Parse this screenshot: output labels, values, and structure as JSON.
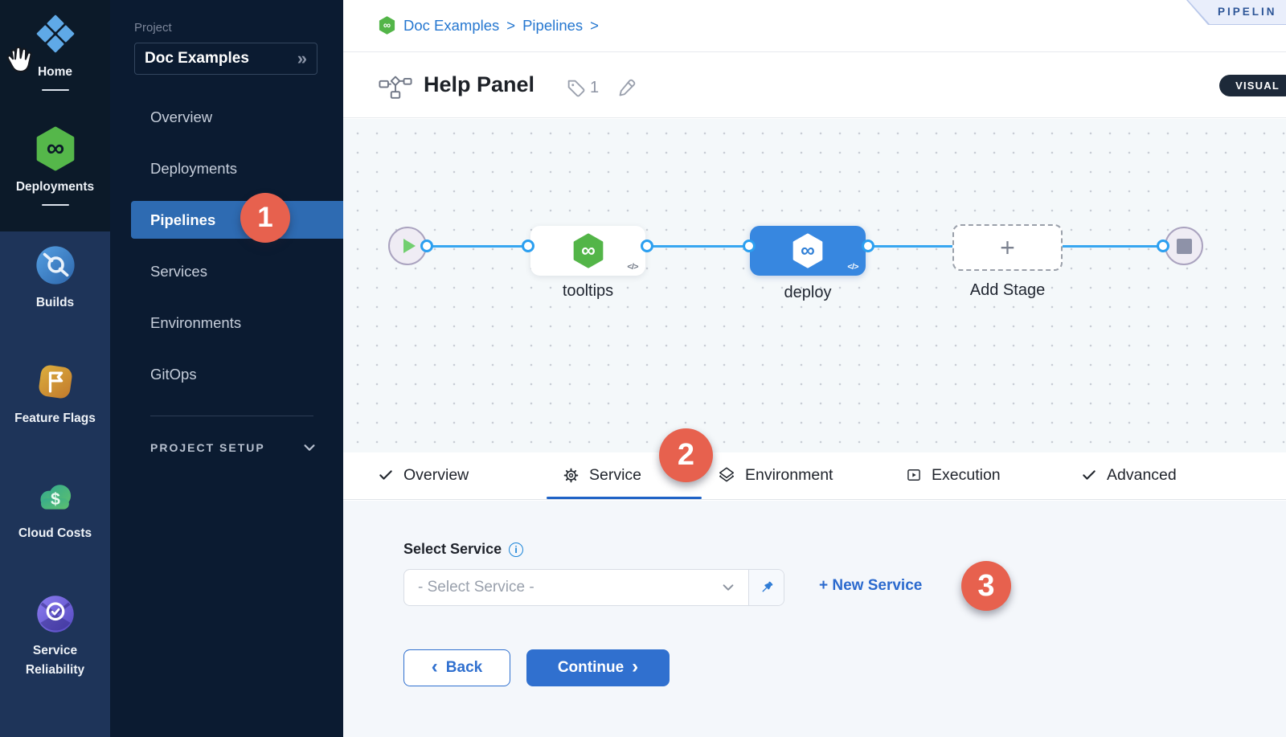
{
  "nav_rail": {
    "items": [
      {
        "label": "Home"
      },
      {
        "label": "Deployments"
      },
      {
        "label": "Builds"
      },
      {
        "label": "Feature Flags"
      },
      {
        "label": "Cloud Costs"
      },
      {
        "label": "Service Reliability"
      }
    ]
  },
  "project_sidebar": {
    "section_label": "Project",
    "project_name": "Doc Examples",
    "expand_glyph": "»",
    "items": [
      {
        "label": "Overview"
      },
      {
        "label": "Deployments"
      },
      {
        "label": "Pipelines",
        "selected": true,
        "badge": "1"
      },
      {
        "label": "Services"
      },
      {
        "label": "Environments"
      },
      {
        "label": "GitOps"
      }
    ],
    "setup_label": "PROJECT SETUP"
  },
  "breadcrumb": {
    "crumb1": "Doc Examples",
    "crumb2": "Pipelines",
    "separator": ">"
  },
  "corner_banner": {
    "label": "PIPELIN"
  },
  "pipeline_header": {
    "title": "Help Panel",
    "tag_count": "1",
    "mode_toggle": "VISUAL"
  },
  "canvas": {
    "stages": [
      {
        "name": "tooltips",
        "code_glyph": "</>"
      },
      {
        "name": "deploy",
        "code_glyph": "</>"
      },
      {
        "name": "Add Stage",
        "plus_glyph": "+"
      }
    ]
  },
  "callouts": {
    "step1": "1",
    "step2": "2",
    "step3": "3"
  },
  "tabs": [
    {
      "label": "Overview"
    },
    {
      "label": "Service"
    },
    {
      "label": "Environment"
    },
    {
      "label": "Execution"
    },
    {
      "label": "Advanced"
    }
  ],
  "service_form": {
    "label": "Select Service",
    "placeholder": "- Select Service -",
    "new_service": "+ New Service",
    "back": "Back",
    "continue": "Continue",
    "back_chevron": "‹",
    "continue_chevron": "›"
  },
  "colors": {
    "sidebar_selected_blue": "#2e6bb2",
    "link_blue": "#2577d0",
    "callout_red": "#e7614e",
    "connector_blue": "#37a6f0",
    "stage_green": "#53b548",
    "stage_selected_blue": "#3787e0",
    "primary_button_blue": "#3070cf"
  }
}
